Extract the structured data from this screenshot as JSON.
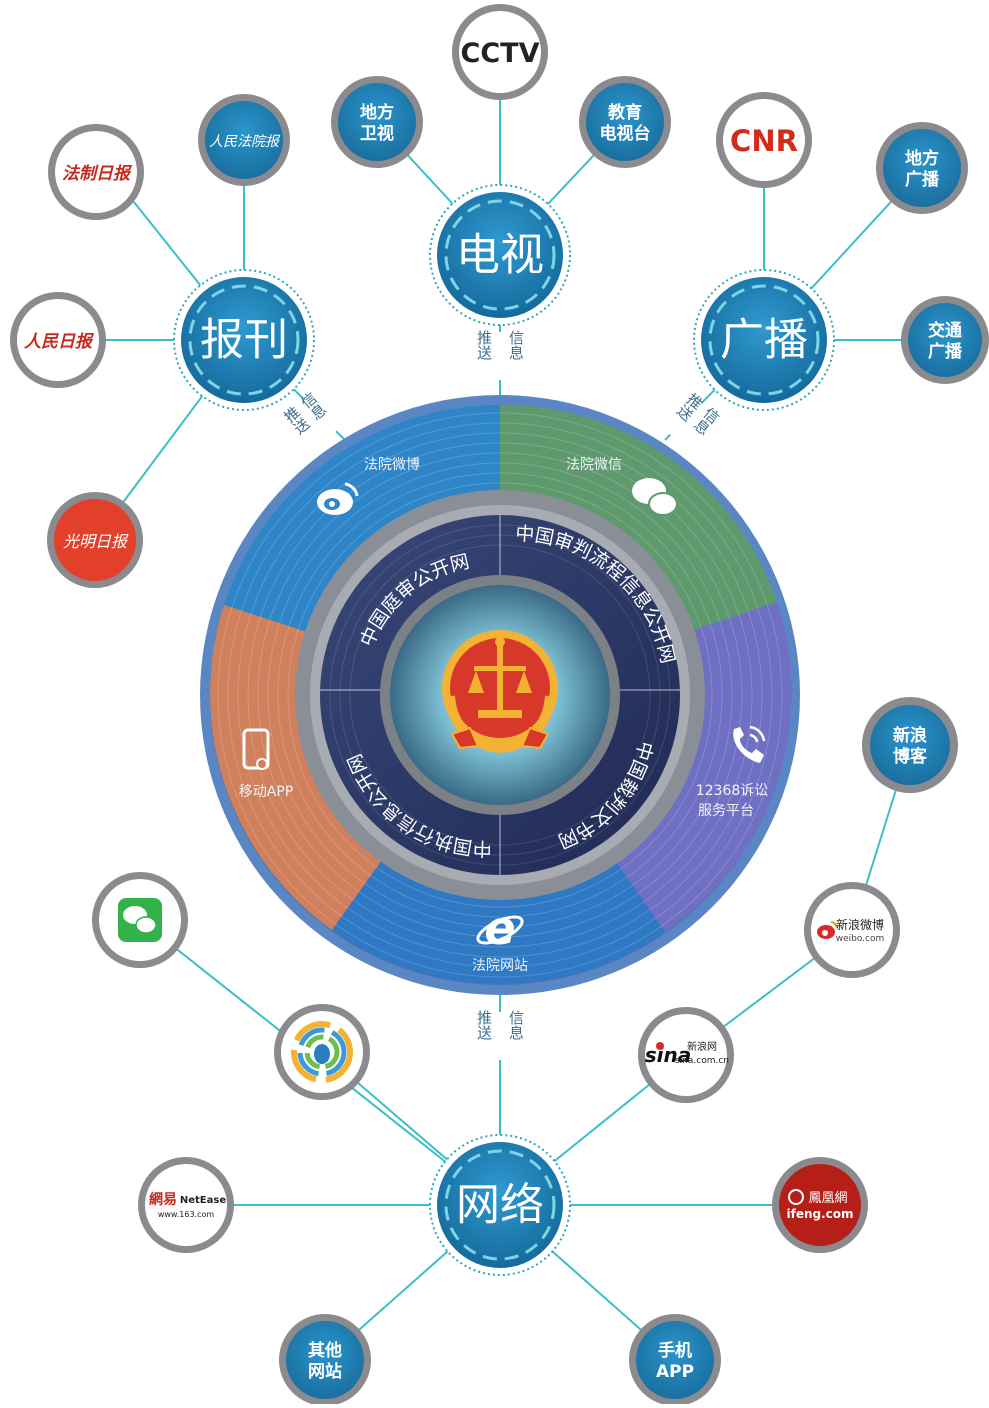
{
  "hubs": {
    "newspaper": "报刊",
    "tv": "电视",
    "radio": "广播",
    "internet": "网络"
  },
  "push_info": {
    "push": "推送",
    "info": "信息"
  },
  "tv_nodes": {
    "cctv": "CCTV",
    "local_tv_line1": "地方",
    "local_tv_line2": "卫视",
    "edu_tv_line1": "教育",
    "edu_tv_line2": "电视台"
  },
  "radio_nodes": {
    "cnr": "CNR",
    "local_radio_line1": "地方",
    "local_radio_line2": "广播",
    "traffic_radio_line1": "交通",
    "traffic_radio_line2": "广播"
  },
  "newspaper_nodes": {
    "legal_daily": "法制日报",
    "peoples_court_daily": "人民法院报",
    "peoples_daily": "人民日报",
    "guangming_daily": "光明日报"
  },
  "internet_nodes": {
    "sina_blog_line1": "新浪",
    "sina_blog_line2": "博客",
    "weibo_cn": "新浪微博",
    "weibo_url": "weibo.com",
    "sina_cn": "新浪网",
    "sina_url": "sina.com.cn",
    "ifeng_cn": "鳳凰網",
    "ifeng_url": "ifeng.com",
    "netease_cn": "網易",
    "netease_en": "NetEase",
    "netease_url": "www.163.com",
    "other_sites_line1": "其他",
    "other_sites_line2": "网站",
    "mobile_app_line1": "手机",
    "mobile_app_line2": "APP"
  },
  "outer_ring": {
    "weibo": "法院微博",
    "wechat": "法院微信",
    "app": "移动APP",
    "hotline_line1": "12368诉讼",
    "hotline_line2": "服务平台",
    "website": "法院网站"
  },
  "inner_ring": {
    "trial": "中国庭审公开网",
    "process": "中国审判流程信息公开网",
    "judgments": "中国裁判文书网",
    "enforcement": "中国执行信息公开网"
  },
  "colors": {
    "hub_blue": "#1d7fb3",
    "line_teal": "#3bbfc4",
    "ring_border": "#5b86c4",
    "weibo_segment": "#2e86c9",
    "wechat_segment": "#5f9a6e",
    "app_segment": "#d0805c",
    "hotline_segment": "#6f6fc4",
    "website_segment": "#2e78c4",
    "inner_navy": "#26335f",
    "emblem_red": "#d7382a",
    "emblem_gold": "#f3b233"
  }
}
